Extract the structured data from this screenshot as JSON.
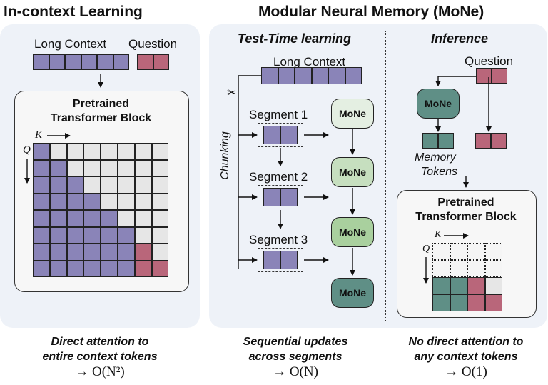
{
  "titles": {
    "left": "In-context Learning",
    "right": "Modular Neural Memory (MoNe)"
  },
  "left": {
    "long_context": "Long Context",
    "question": "Question",
    "ptb_line1": "Pretrained",
    "ptb_line2": "Transformer Block",
    "k_label": "K",
    "q_label": "Q"
  },
  "middle": {
    "header": "Test-Time learning",
    "long_context": "Long Context",
    "chunking": "Chunking",
    "segments": [
      "Segment 1",
      "Segment 2",
      "Segment 3"
    ],
    "mone_label": "MoNe"
  },
  "right": {
    "header": "Inference",
    "question": "Question",
    "mone_label": "MoNe",
    "memory_line1": "Memory",
    "memory_line2": "Tokens",
    "ptb_line1": "Pretrained",
    "ptb_line2": "Transformer Block",
    "k_label": "K",
    "q_label": "Q"
  },
  "captions": {
    "left_line1": "Direct attention to",
    "left_line2": "entire context tokens",
    "left_complexity": "→ O(N²)",
    "mid_line1": "Sequential updates",
    "mid_line2": "across segments",
    "mid_complexity": "→ O(N)",
    "right_line1": "No direct attention to",
    "right_line2": "any context tokens",
    "right_complexity": "→ O(1)"
  },
  "colors": {
    "context_token": "#8a84b8",
    "question_token": "#b9667a",
    "memory_token": "#5f8f86",
    "panel_bg": "#eef2f8",
    "mone_shades": [
      "#e4efe2",
      "#c6dfbf",
      "#a9d09e",
      "#5f8f86"
    ]
  },
  "icons": [
    "scissors-icon",
    "arrow-icon"
  ]
}
